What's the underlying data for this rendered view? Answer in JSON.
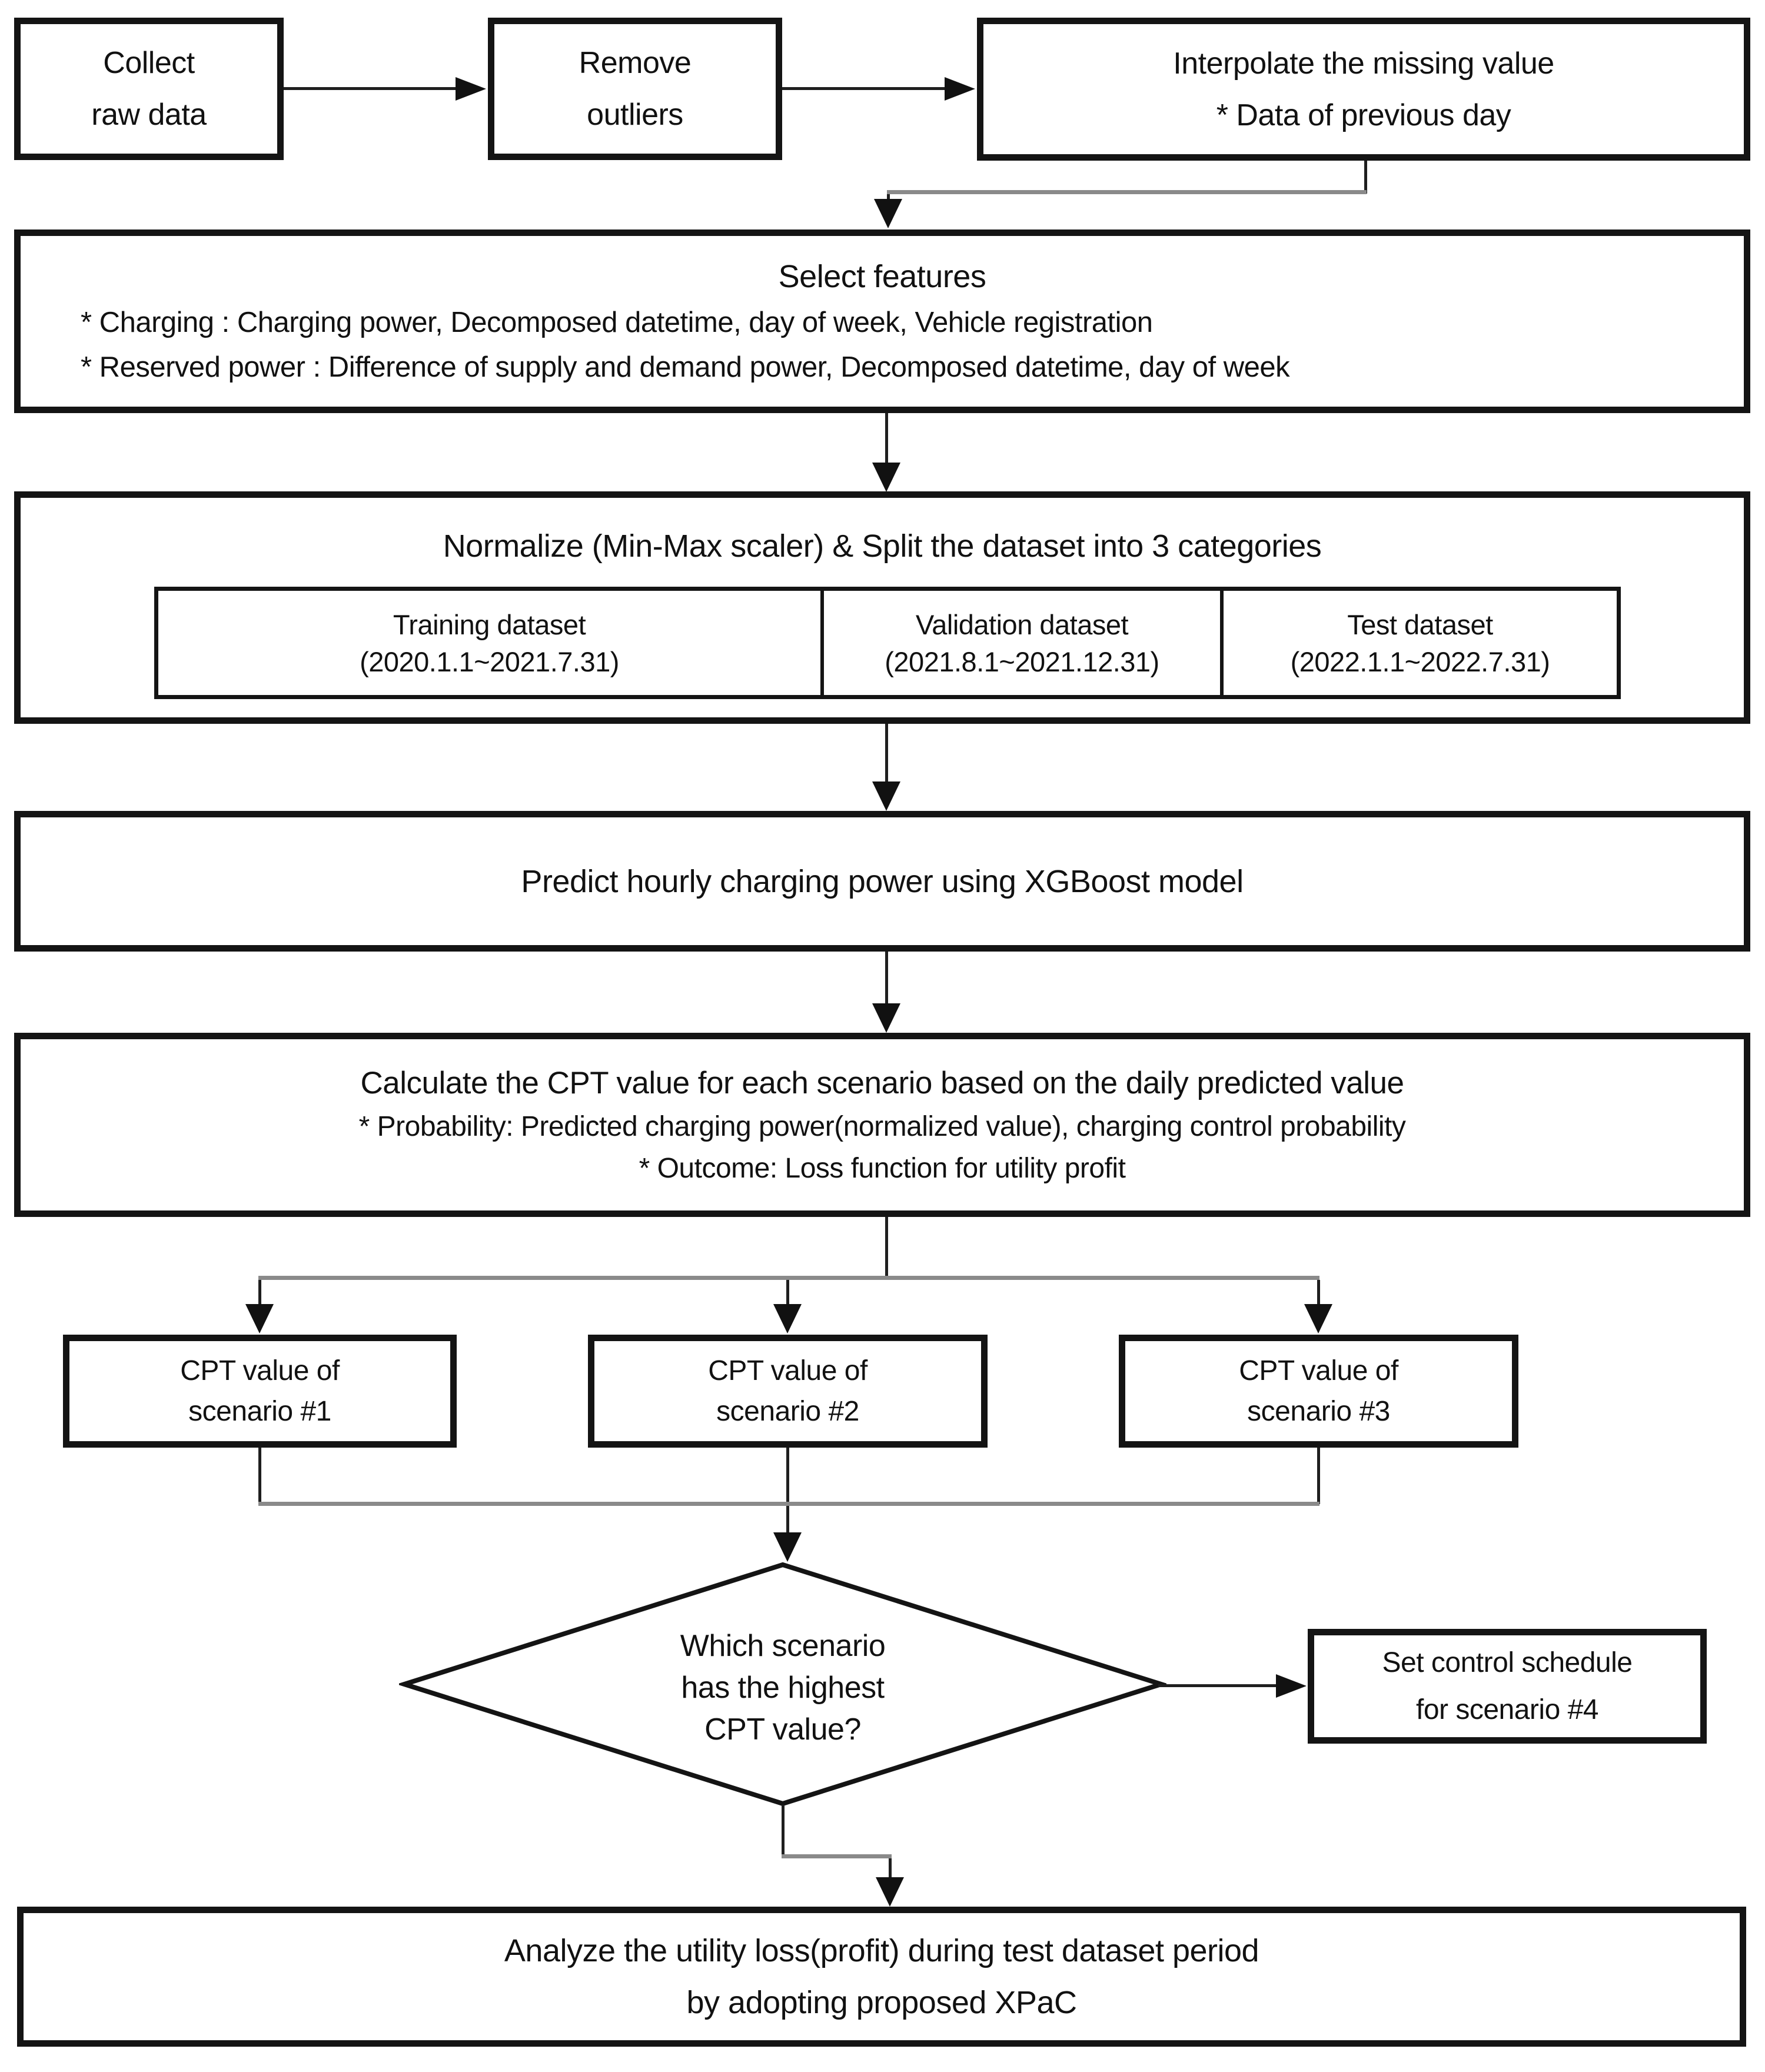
{
  "boxes": {
    "collect": {
      "line1": "Collect",
      "line2": "raw data"
    },
    "remove": {
      "line1": "Remove",
      "line2": "outliers"
    },
    "interpolate": {
      "line1": "Interpolate the missing value",
      "line2": "* Data of previous day"
    },
    "select": {
      "title": "Select features",
      "bullet1": "* Charging : Charging power, Decomposed datetime, day of week, Vehicle registration",
      "bullet2": "* Reserved power : Difference of supply and demand power, Decomposed datetime, day of week"
    },
    "normalize": {
      "title": "Normalize (Min-Max scaler) & Split the dataset into 3 categories",
      "cells": [
        {
          "line1": "Training dataset",
          "line2": "(2020.1.1~2021.7.31)"
        },
        {
          "line1": "Validation dataset",
          "line2": "(2021.8.1~2021.12.31)"
        },
        {
          "line1": "Test dataset",
          "line2": "(2022.1.1~2022.7.31)"
        }
      ]
    },
    "predict": {
      "title": "Predict hourly charging power using XGBoost model"
    },
    "calculate": {
      "title": "Calculate the CPT value for each scenario based on the daily predicted value",
      "bullet1": "* Probability: Predicted charging power(normalized value), charging control probability",
      "bullet2": "* Outcome: Loss function for utility profit"
    },
    "scenario1": {
      "line1": "CPT value of",
      "line2": "scenario #1"
    },
    "scenario2": {
      "line1": "CPT value of",
      "line2": "scenario #2"
    },
    "scenario3": {
      "line1": "CPT value of",
      "line2": "scenario #3"
    },
    "decision": {
      "line1": "Which scenario",
      "line2": "has the highest",
      "line3": "CPT value?"
    },
    "schedule": {
      "line1": "Set control schedule",
      "line2": "for scenario #4"
    },
    "analyze": {
      "line1": "Analyze the utility loss(profit) during test dataset period",
      "line2": "by adopting proposed XPaC"
    }
  },
  "colors": {
    "background": "#ffffff",
    "border": "#141414",
    "text": "#111111",
    "connector": "#1f1f1f",
    "connector_gray": "#8a8a8a"
  }
}
